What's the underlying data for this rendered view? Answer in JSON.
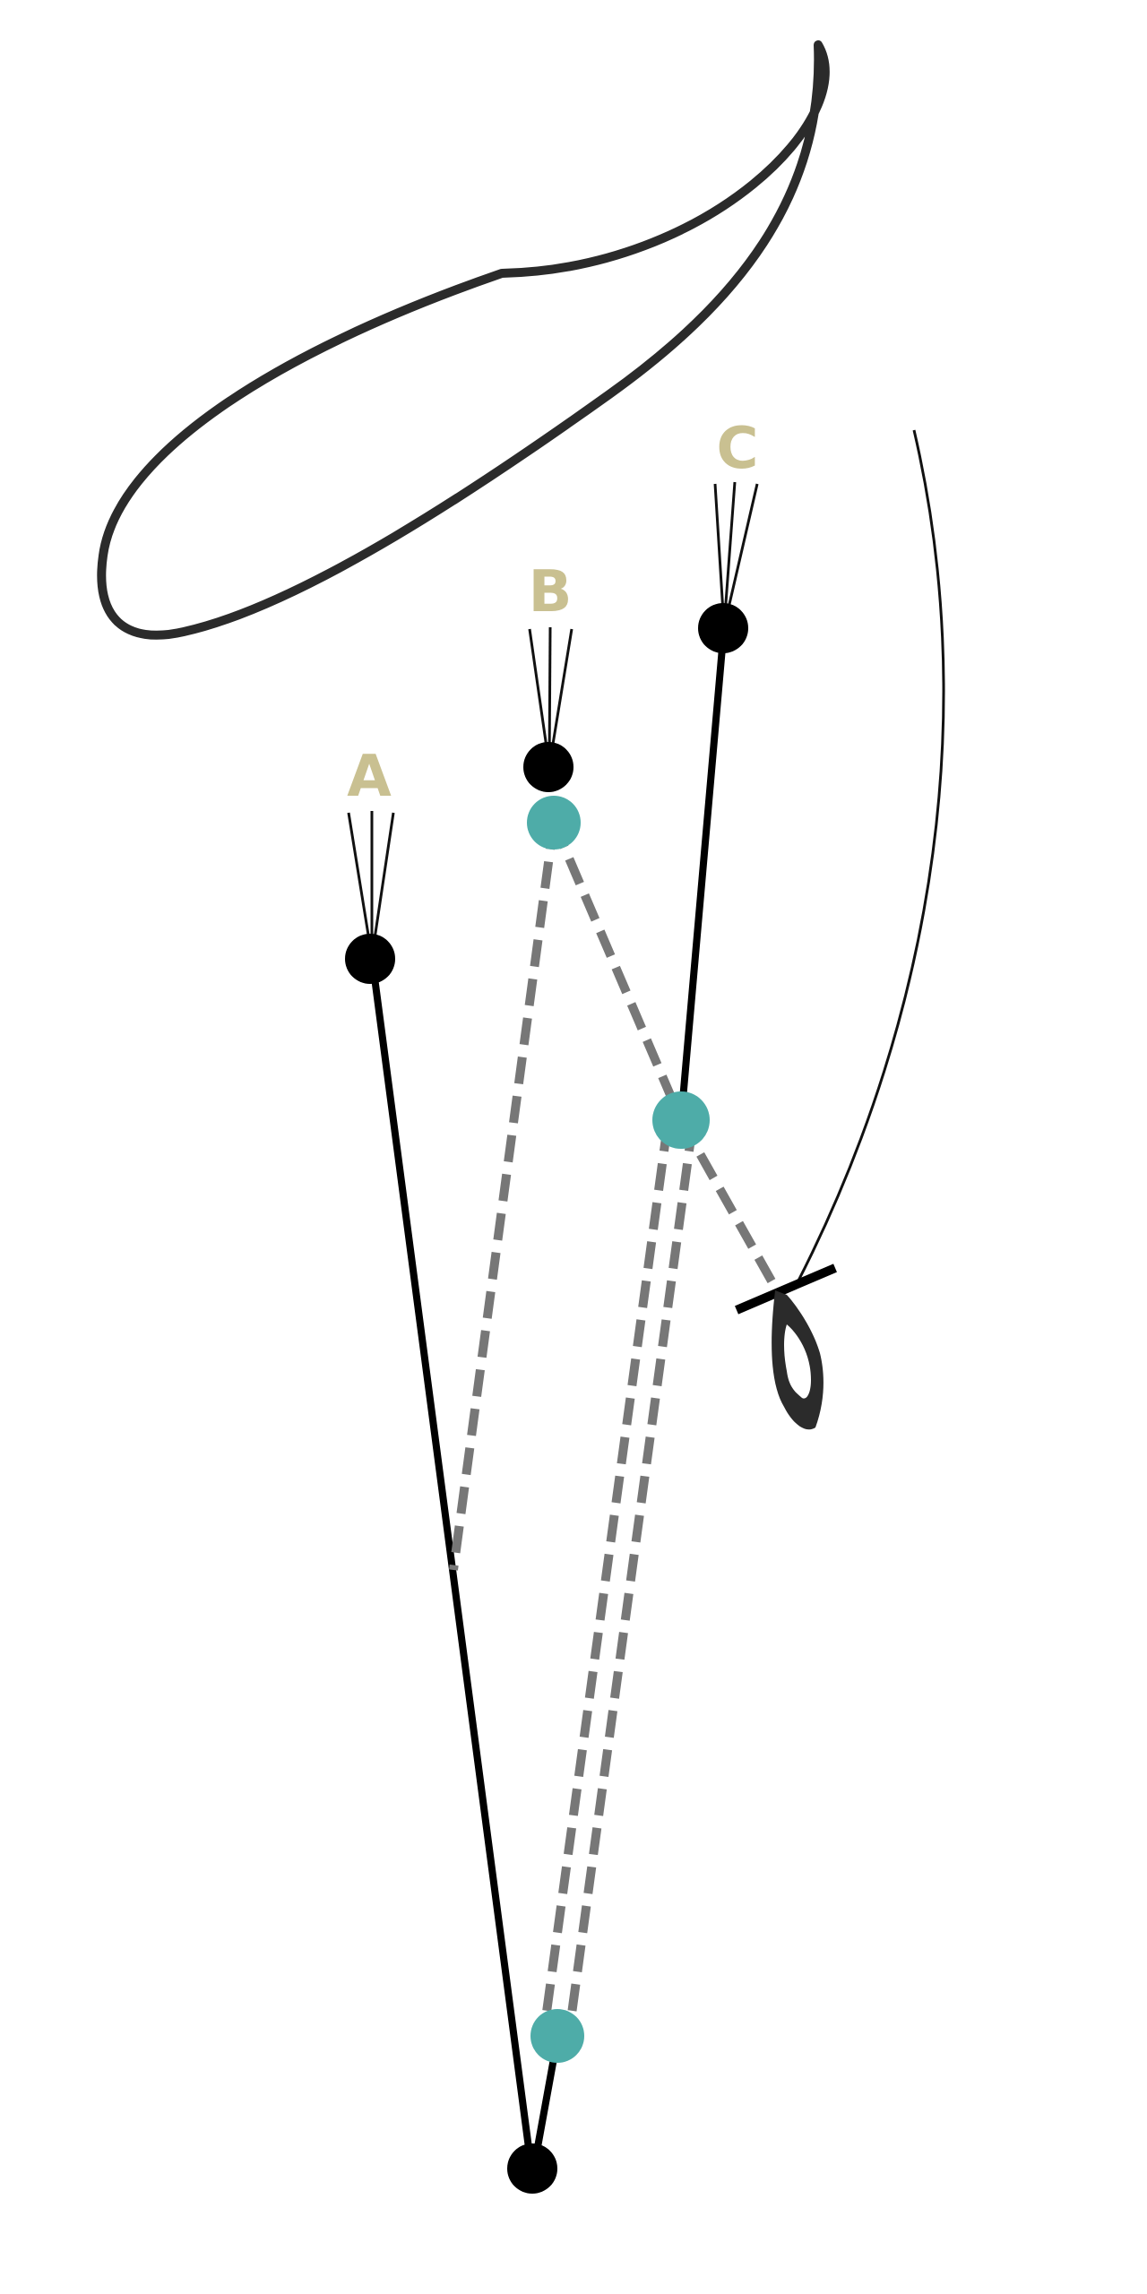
{
  "labels": {
    "a": "A",
    "b": "B",
    "c": "C"
  },
  "colors": {
    "label": "#c9c091",
    "ink": "#111111",
    "outline": "#2b2b2b",
    "dashed": "#777777",
    "node_teal": "#4eaca8",
    "node_black": "#000000"
  },
  "icons": {
    "leaf_shape": "leaf-outline",
    "foot_loop": "foot-loop-icon"
  }
}
